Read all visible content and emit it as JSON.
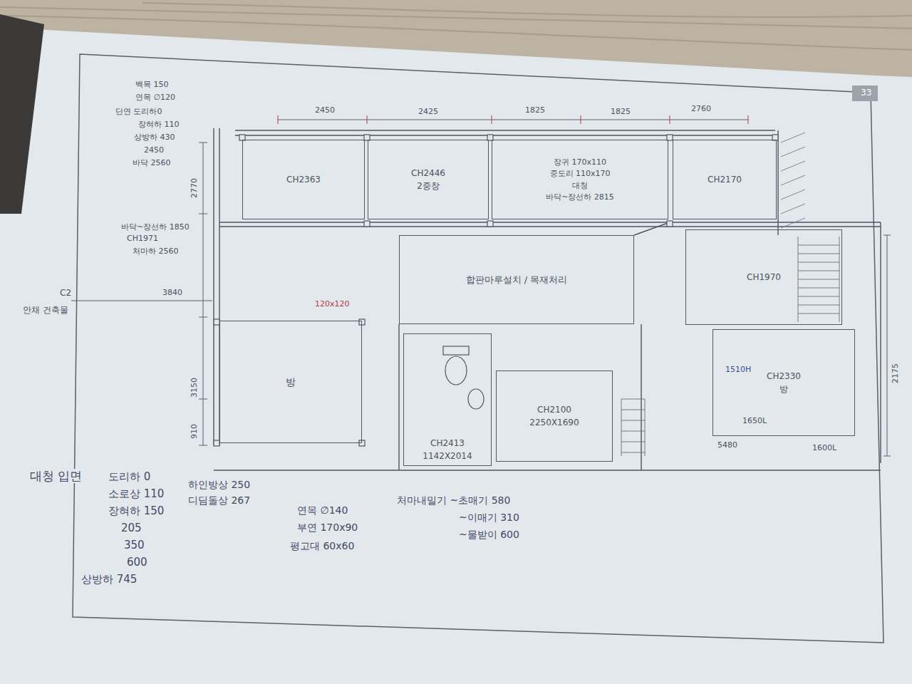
{
  "diagram": {
    "nodes": [
      {
        "text": [
          "CH2363"
        ]
      },
      {
        "text": [
          "CH2446",
          "2중창"
        ]
      },
      {
        "text": [
          "장귀 170x110",
          "중도리 110x170",
          "대청",
          "바닥~장선하 2815"
        ]
      },
      {
        "text": [
          "CH2170"
        ]
      },
      {
        "text": [
          "합판마루설치 / 목재처리"
        ]
      },
      {
        "text": [
          "방"
        ]
      },
      {
        "text": [
          "CH2413",
          "1142X2014"
        ]
      },
      {
        "text": [
          "CH2100",
          "2250X1690"
        ]
      },
      {
        "text": [
          "CH1970"
        ]
      },
      {
        "text": [
          "CH2330",
          "방"
        ]
      }
    ],
    "labels": [
      "백목 150",
      "연목 ∅120",
      "단연 도리하0",
      "장혀하 110",
      "상방하 430",
      "2450",
      "바닥 2560",
      "바닥~장선하 1850",
      "CH1971",
      "처마하 2560",
      "안채 건축물",
      "C2",
      "3840",
      "2450",
      "2425",
      "1825",
      "1825",
      "2760",
      "2770",
      "3150",
      "910",
      "120x120",
      "1510H",
      "5480",
      "1650L",
      "1600L",
      "2175",
      "33",
      "대청 입면",
      "도리하 0",
      "소로상 110",
      "장혀하 150",
      "205",
      "350",
      "600",
      "상방하 745",
      "하인방상 250",
      "디딤돌상 267",
      "연목 ∅140",
      "부연 170x90",
      "평고대 60x60",
      "처마내밀기 ~초매기 580",
      "~이매기 310",
      "~물받이 600"
    ]
  }
}
